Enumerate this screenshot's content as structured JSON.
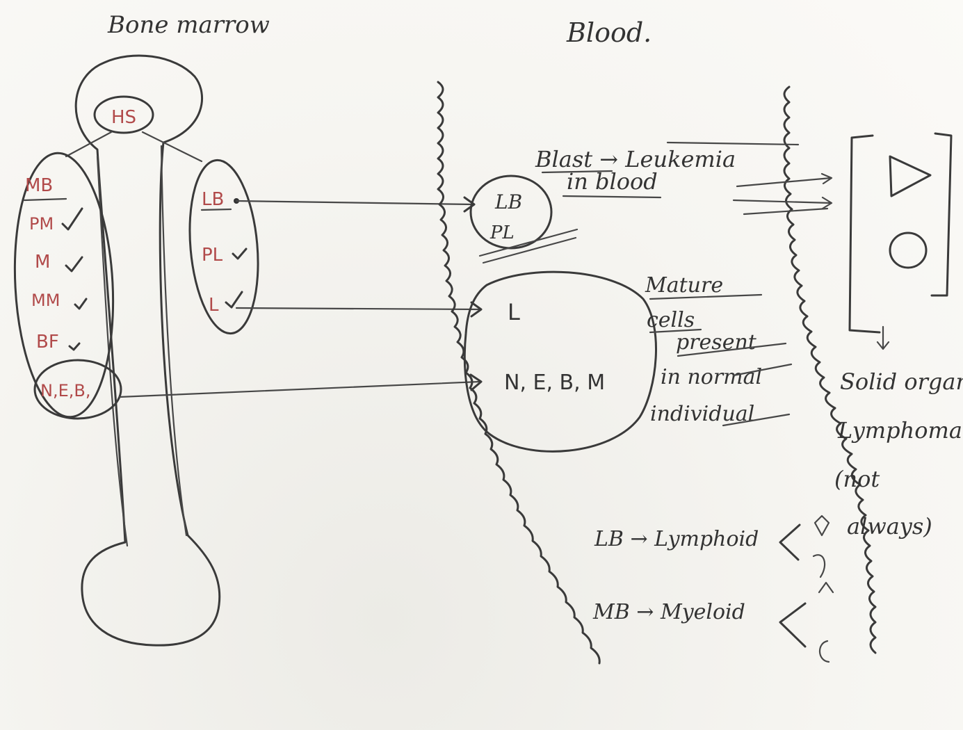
{
  "headings": {
    "bone_marrow": "Bone marrow",
    "blood": "Blood."
  },
  "bone_marrow": {
    "hs": "HS",
    "myeloid_series": [
      "MB",
      "PM",
      "M",
      "MM",
      "BF",
      "N,E,B,"
    ],
    "lymphoid_series": [
      "LB",
      "PL",
      "L"
    ]
  },
  "blood": {
    "blast_cells": [
      "LB",
      "PL"
    ],
    "blast_note_line1": "Blast → Leukemia",
    "blast_note_line2": "in blood",
    "mature_cells": [
      "L",
      "N, E, B, M"
    ],
    "mature_note": [
      "Mature",
      "cells",
      "present",
      "in normal",
      "individual"
    ],
    "solid_organ_note": [
      "Solid organ",
      "Lymphoma",
      "(not",
      "always)"
    ],
    "lineage_lb": "LB → Lymphoid",
    "lineage_mb": "MB → Myeloid"
  }
}
